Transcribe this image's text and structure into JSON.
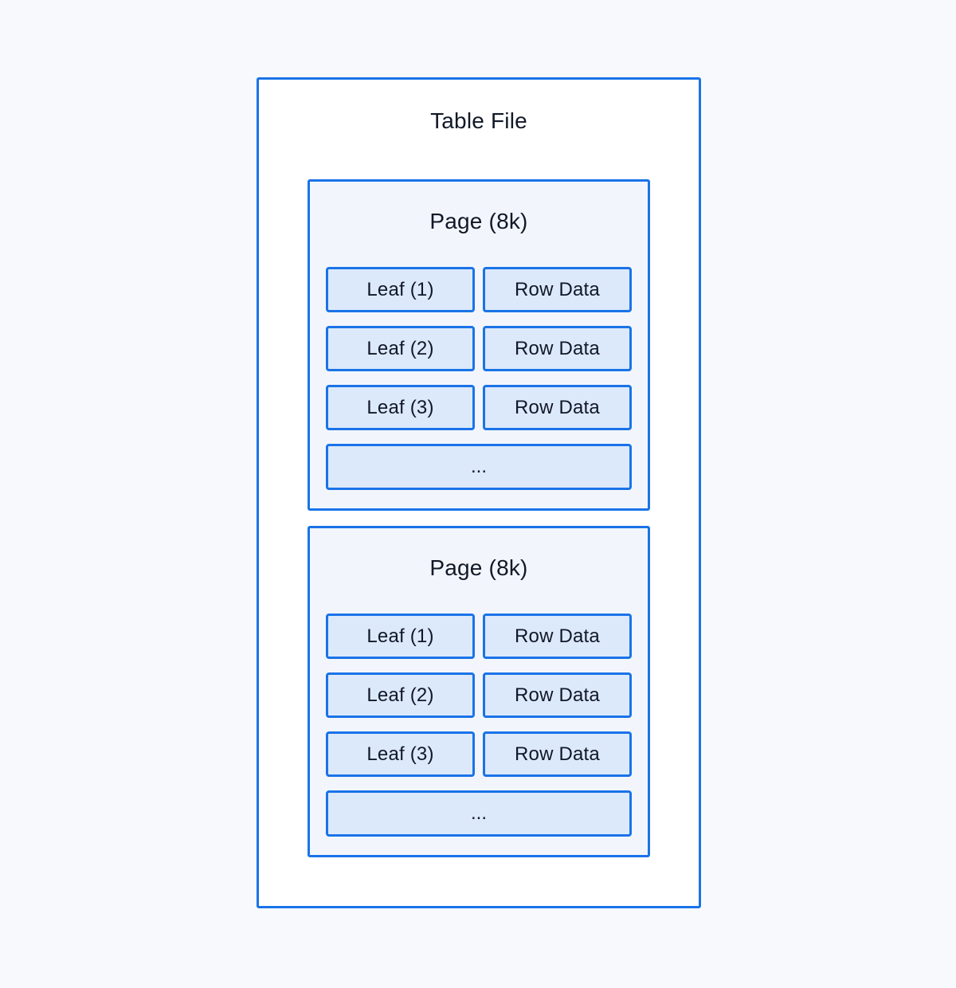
{
  "diagram": {
    "title": "Table File",
    "pages": [
      {
        "title": "Page (8k)",
        "rows": [
          {
            "leaf": "Leaf (1)",
            "data": "Row Data"
          },
          {
            "leaf": "Leaf (2)",
            "data": "Row Data"
          },
          {
            "leaf": "Leaf (3)",
            "data": "Row Data"
          }
        ],
        "ellipsis": "..."
      },
      {
        "title": "Page (8k)",
        "rows": [
          {
            "leaf": "Leaf (1)",
            "data": "Row Data"
          },
          {
            "leaf": "Leaf (2)",
            "data": "Row Data"
          },
          {
            "leaf": "Leaf (3)",
            "data": "Row Data"
          }
        ],
        "ellipsis": "..."
      }
    ],
    "colors": {
      "border": "#1a73e8",
      "cell_fill": "#dce9fb",
      "page_fill": "#f2f6fc",
      "file_fill": "#ffffff",
      "canvas_bg": "#f7f9fc",
      "text": "#111827"
    }
  }
}
